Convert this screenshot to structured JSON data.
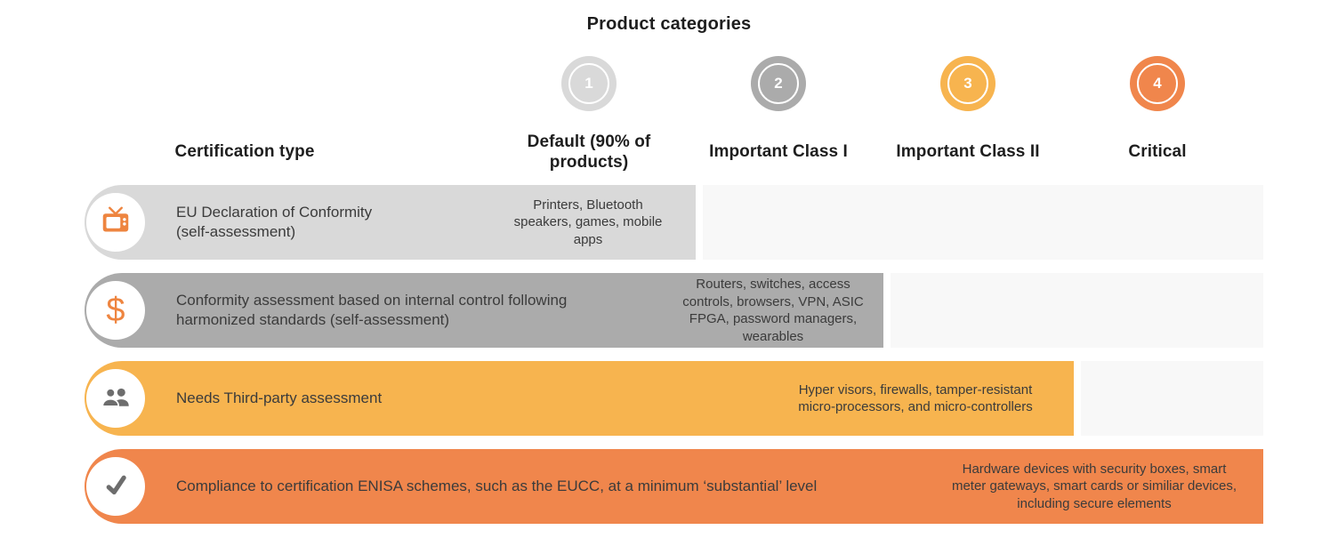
{
  "title": "Product categories",
  "certification_type_header": "Certification type",
  "categories": [
    {
      "number": "1",
      "label": "Default (90% of\nproducts)",
      "color": "#d9d9d9"
    },
    {
      "number": "2",
      "label": "Important Class I",
      "color": "#ababab"
    },
    {
      "number": "3",
      "label": "Important Class II",
      "color": "#f7b44f"
    },
    {
      "number": "4",
      "label": "Critical",
      "color": "#f0864c"
    }
  ],
  "rows": [
    {
      "icon": "tv-icon",
      "certification": "EU Declaration of Conformity\n(self-assessment)",
      "products": "Printers, Bluetooth\nspeakers, games, mobile\napps",
      "color": "#d9d9d9"
    },
    {
      "icon": "dollar-icon",
      "certification": "Conformity assessment based on internal control following\nharmonized standards (self-assessment)",
      "products": "Routers, switches, access\ncontrols, browsers, VPN, ASIC\nFPGA, password managers,\nwearables",
      "color": "#ababab"
    },
    {
      "icon": "people-icon",
      "certification": "Needs Third-party assessment",
      "products": "Hyper visors, firewalls, tamper-resistant\nmicro-processors, and micro-controllers",
      "color": "#f7b44f"
    },
    {
      "icon": "check-icon",
      "certification": "Compliance to certification ENISA schemes, such as the EUCC, at a minimum ‘substantial’ level",
      "products": "Hardware devices with security boxes, smart\nmeter gateways, smart cards or similiar devices,\nincluding secure elements",
      "color": "#f0864c"
    }
  ],
  "icons": {
    "dollar_glyph": "$"
  },
  "palette": {
    "background": "#ffffff",
    "track": "#f8f8f8",
    "light_gray": "#d9d9d9",
    "mid_gray": "#ababab",
    "yellow_orange": "#f7b44f",
    "orange": "#f0864c",
    "icon_orange": "#ee8540",
    "icon_gray": "#6d6d6d",
    "heading_text": "#1e1e1e",
    "body_text": "#3b3b3b"
  }
}
